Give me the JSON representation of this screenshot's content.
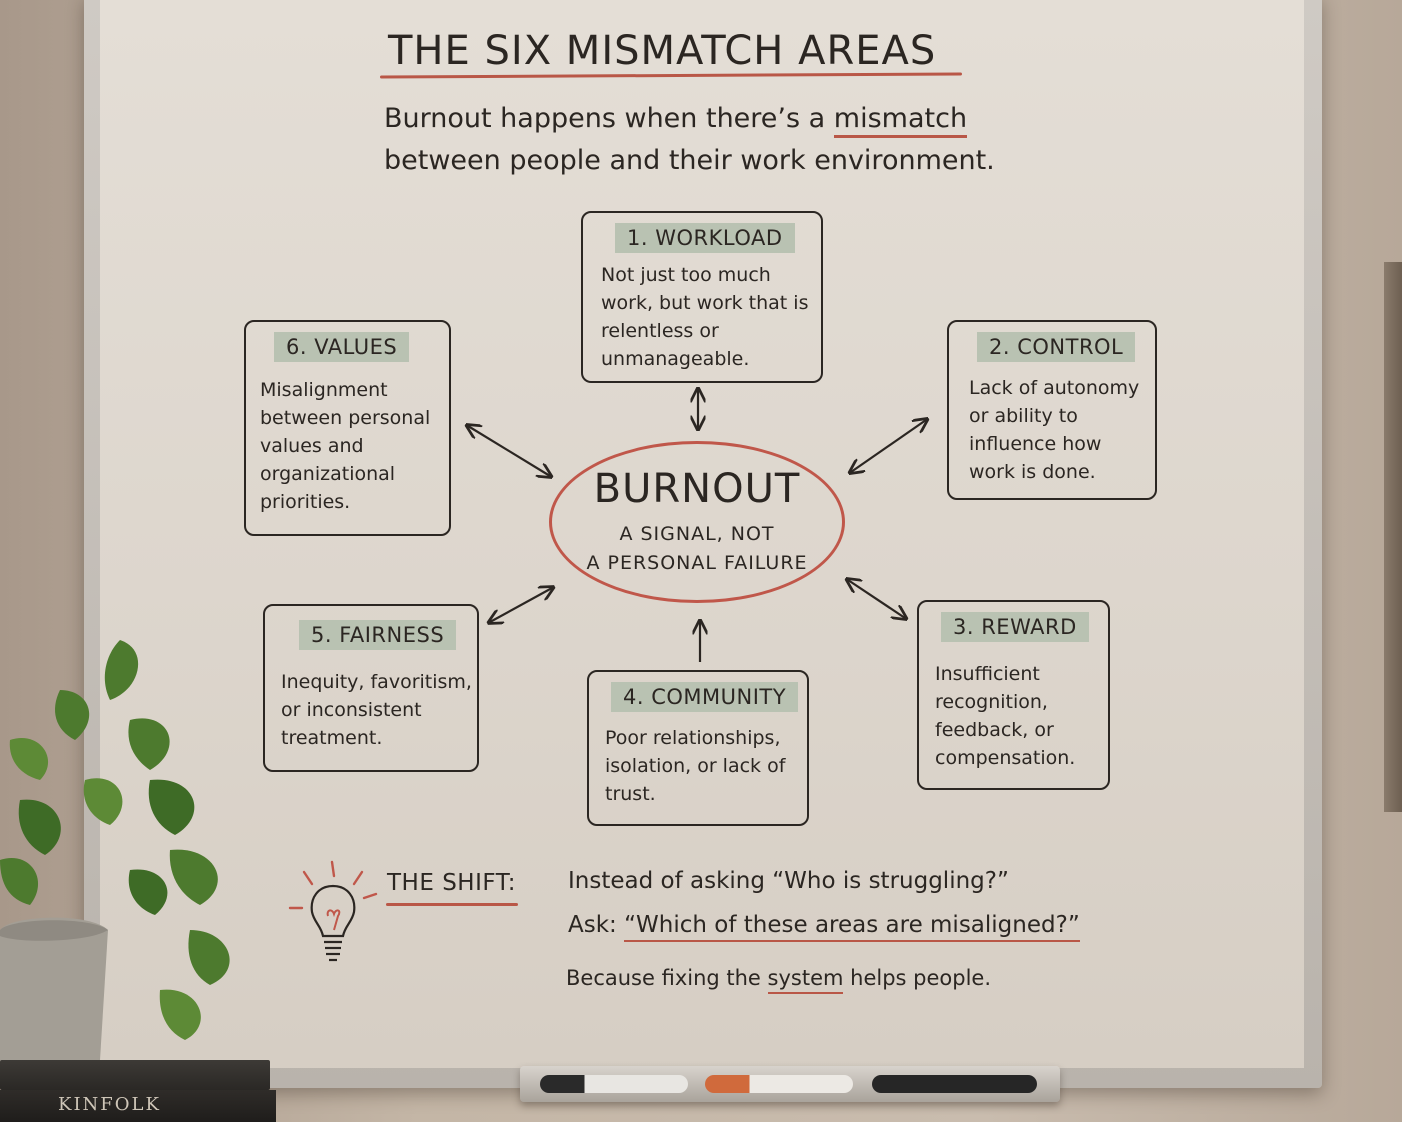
{
  "title": "THE SIX MISMATCH AREAS",
  "subtitle": {
    "line1_before": "Burnout happens when there’s a",
    "line1_emph": "mismatch",
    "line2": "between people and their work environment."
  },
  "center": {
    "title": "BURNOUT",
    "sub_line1": "A SIGNAL, NOT",
    "sub_line2": "A PERSONAL FAILURE"
  },
  "areas": [
    {
      "label": "1. WORKLOAD",
      "desc": "Not just too much work, but work that is relentless or unmanageable."
    },
    {
      "label": "2. CONTROL",
      "desc": "Lack of autonomy or ability to influence how work is done."
    },
    {
      "label": "3. REWARD",
      "desc": "Insufficient recognition, feedback, or compensation."
    },
    {
      "label": "4. COMMUNITY",
      "desc": "Poor relationships, isolation, or lack of trust."
    },
    {
      "label": "5. FAIRNESS",
      "desc": "Inequity, favoritism, or inconsistent treatment."
    },
    {
      "label": "6. VALUES",
      "desc": "Misalignment between personal values and organizational priorities."
    }
  ],
  "shift": {
    "label": "THE SHIFT:",
    "line1": "Instead of asking “Who is struggling?”",
    "line2_before": "Ask:",
    "line2_emph": "“Which of these areas are misaligned?”",
    "line3_before": "Because fixing the",
    "line3_emph": "system",
    "line3_after": "helps people."
  },
  "book_spine": "KINFOLK",
  "colors": {
    "ink": "#2b2622",
    "accent_red": "#b95747",
    "label_fill": "#b9c2b2",
    "board": "#e0d9d0"
  },
  "icons": {
    "bulb": "lightbulb-icon"
  }
}
